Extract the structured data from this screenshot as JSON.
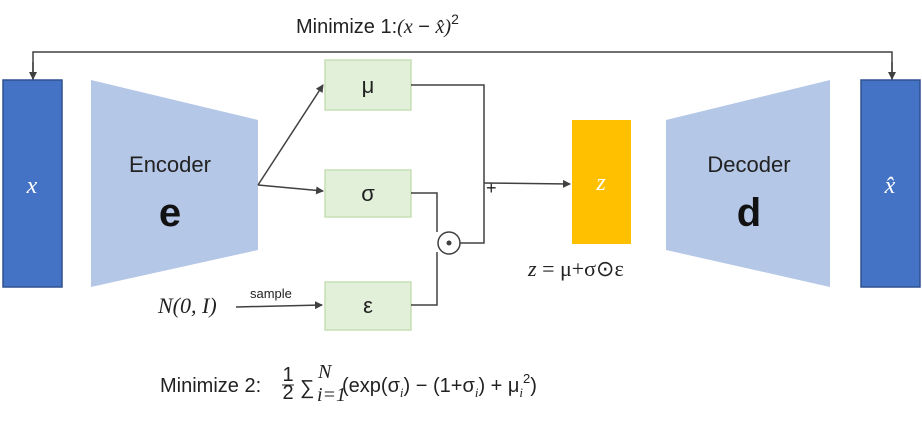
{
  "loss_top": {
    "prefix": "Minimize 1:",
    "expr_open": "(",
    "x": "x",
    "minus": " − ",
    "xhat": "x̂",
    "expr_close": ")",
    "power": "2"
  },
  "loss_bottom": {
    "prefix": "Minimize 2: ",
    "half_num": "1",
    "half_den": "2",
    "sum_symbol": "∑",
    "sum_upper": "N",
    "sum_lower": "i=1",
    "body_1": "(exp(σ",
    "sub_1": "i",
    "body_2": ") − (1+σ",
    "sub_2": "i",
    "body_3": ") + μ",
    "sub_3": "i",
    "sup_3": "2",
    "body_4": ")"
  },
  "input_box": {
    "label": "x"
  },
  "output_box": {
    "label": "x̂"
  },
  "encoder": {
    "title": "Encoder",
    "letter": "e"
  },
  "decoder": {
    "title": "Decoder",
    "letter": "d"
  },
  "mu_box": {
    "label": "μ"
  },
  "sigma_box": {
    "label": "σ"
  },
  "eps_box": {
    "label": "ε"
  },
  "latent_box": {
    "label": "z"
  },
  "latent_equation": {
    "lhs": "z",
    "rhs": " = μ+σ⊙ε"
  },
  "noise_source": {
    "label": "N(0, I)",
    "arrow_label": "sample"
  },
  "operators": {
    "hadamard": "⊙",
    "plus": "+"
  },
  "colors": {
    "blue_box": "#4472C4",
    "blue_border": "#2F528F",
    "trapezoid": "#B4C7E7",
    "green_box": "#E2F0D9",
    "green_border": "#C5DFB4",
    "latent": "#FFC000",
    "line": "#404040"
  }
}
